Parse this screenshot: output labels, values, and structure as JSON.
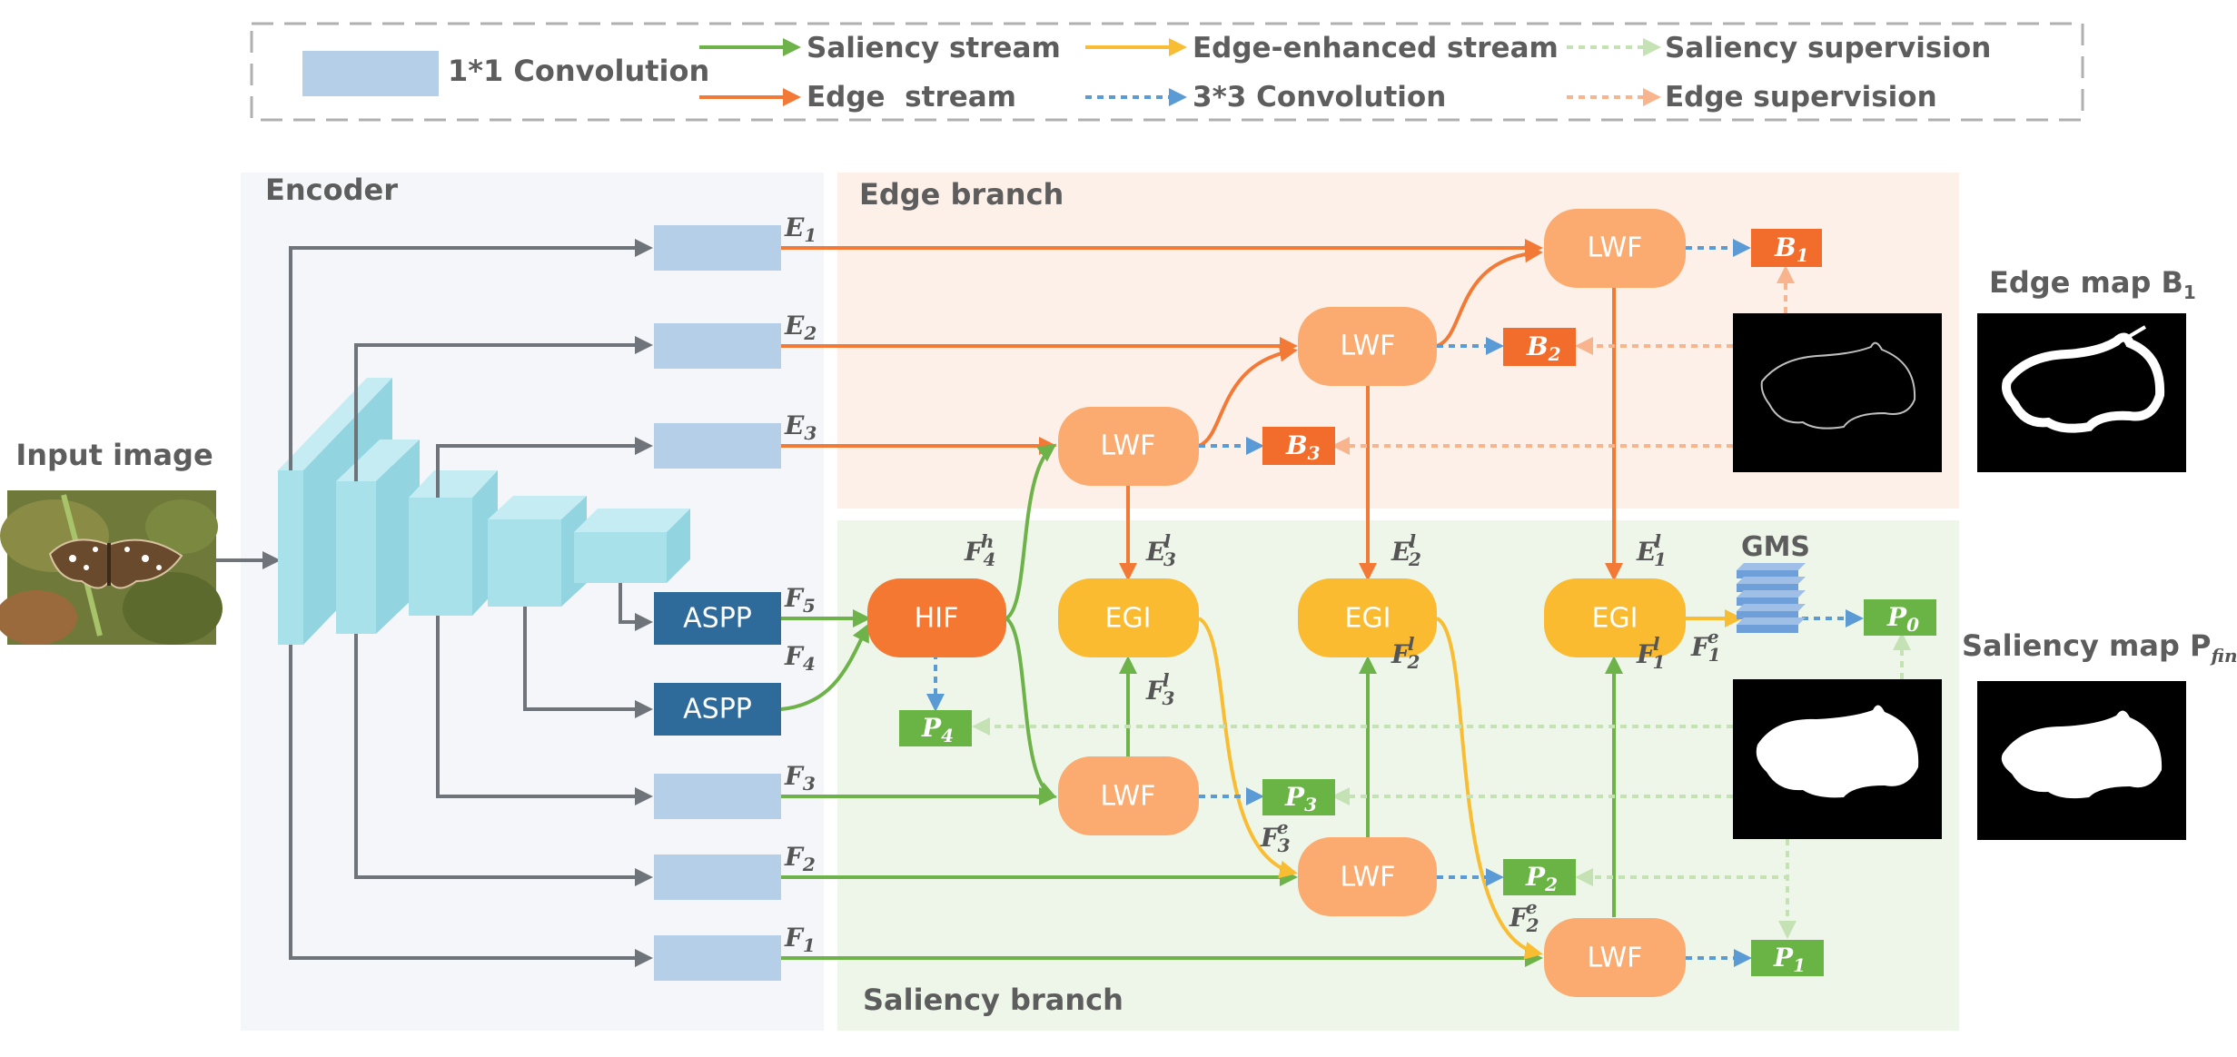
{
  "legend": {
    "conv1x1": "1*1 Convolution",
    "saliency_stream": "Saliency stream",
    "edge_stream": "Edge  stream",
    "edge_enhanced_stream": "Edge-enhanced stream",
    "conv3x3": "3*3 Convolution",
    "saliency_supervision": "Saliency supervision",
    "edge_supervision": "Edge supervision"
  },
  "regions": {
    "encoder": "Encoder",
    "edge_branch": "Edge branch",
    "saliency_branch": "Saliency branch"
  },
  "input_label": "Input image",
  "edge_map_label": "Edge map B",
  "edge_map_sub": "1",
  "saliency_map_label": "Saliency map P",
  "saliency_map_sub": "final",
  "gms_label": "GMS",
  "modules": {
    "aspp": "ASPP",
    "hif": "HIF",
    "egi": "EGI",
    "lwf": "LWF"
  },
  "feature_labels": {
    "E": "E",
    "F": "F",
    "B": "B",
    "P": "P",
    "sub1": "1",
    "sub2": "2",
    "sub3": "3",
    "sub4": "4",
    "sub5": "5",
    "sub0": "0",
    "sup_h": "h",
    "sup_l": "l",
    "sup_e": "e"
  },
  "colors": {
    "encoder_bg": "#f4f6f9",
    "edge_bg": "#fdf0e8",
    "saliency_bg": "#eef6e9",
    "conv_block": "#b6cfe9",
    "aspp": "#2e6b9b",
    "hif": "#f47832",
    "egi": "#fbbb31",
    "lwf": "#fbab6f",
    "edge_stream": "#f27a36",
    "saliency_stream": "#6eb24a",
    "edge_enhanced": "#f8bd33",
    "conv3x3_arrow": "#5b9bd5",
    "edge_sup": "#f8b48c",
    "sal_sup": "#c5e2b4",
    "encoder_arrow": "#6e7479",
    "edge_box": "#f26d2c",
    "sal_box": "#6ab446"
  }
}
